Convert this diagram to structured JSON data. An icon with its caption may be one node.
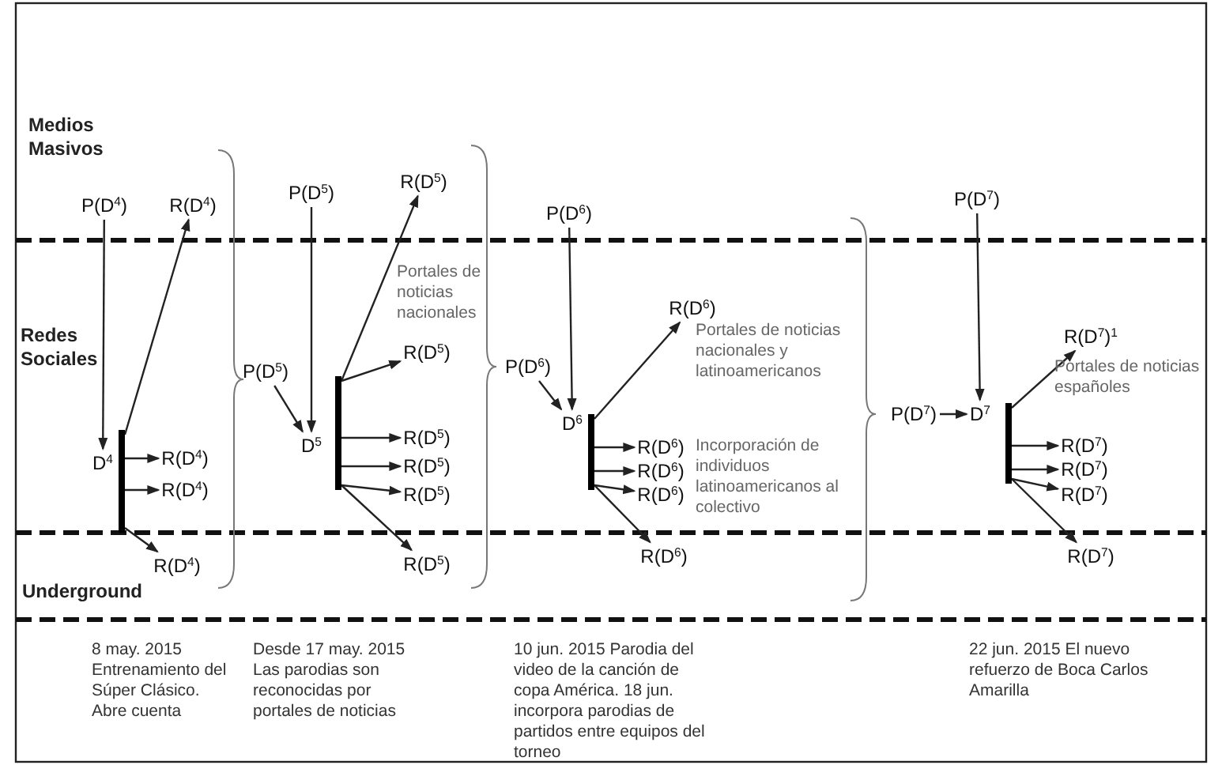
{
  "diagram": {
    "nodes": [
      {
        "text": [
          "P(D$^{4}$)"
        ]
      },
      {
        "text": [
          "R(D$^{4}$)"
        ]
      },
      {
        "text": [
          "D$^{4}$"
        ]
      },
      {
        "text": [],
        "shape": "bar"
      },
      {
        "text": [
          "R(D$^{4}$)"
        ]
      },
      {
        "text": [
          "R(D$^{4}$)"
        ]
      },
      {
        "text": [
          "R(D$^{4}$)"
        ]
      },
      {
        "text": [
          "P(D$^{5}$)"
        ]
      },
      {
        "text": [
          "P(D$^{5}$)"
        ]
      },
      {
        "text": [
          "R(D$^{5}$)"
        ]
      },
      {
        "text": [
          "D$^{5}$"
        ]
      },
      {
        "text": [],
        "shape": "bar"
      },
      {
        "text": [
          "R(D$^{5}$)"
        ]
      },
      {
        "text": [
          "R(D$^{5}$)"
        ]
      },
      {
        "text": [
          "R(D$^{5}$)"
        ]
      },
      {
        "text": [
          "R(D$^{5}$)"
        ]
      },
      {
        "text": [
          "R(D$^{5}$)"
        ]
      },
      {
        "text": [
          "P(D$^{6}$)"
        ]
      },
      {
        "text": [
          "P(D$^{6}$)"
        ]
      },
      {
        "text": [
          "D$^{6}$"
        ]
      },
      {
        "text": [],
        "shape": "bar"
      },
      {
        "text": [
          "R(D$^{6}$)"
        ]
      },
      {
        "text": [
          "R(D$^{6}$)"
        ]
      },
      {
        "text": [
          "R(D$^{6}$)"
        ]
      },
      {
        "text": [
          "R(D$^{6}$)"
        ]
      },
      {
        "text": [
          "R(D$^{6}$)"
        ]
      },
      {
        "text": [
          "P(D$^{7}$)"
        ]
      },
      {
        "text": [
          "P(D$^{7}$)"
        ]
      },
      {
        "text": [
          "D$^{7}$"
        ]
      },
      {
        "text": [],
        "shape": "bar"
      },
      {
        "text": [
          "R(D$^{7}$)$^{1}$"
        ]
      },
      {
        "text": [
          "R(D$^{7}$)"
        ]
      },
      {
        "text": [
          "R(D$^{7}$)"
        ]
      },
      {
        "text": [
          "R(D$^{7}$)"
        ]
      },
      {
        "text": [
          "R(D$^{7}$)"
        ]
      }
    ],
    "edges": [
      {
        "from": 0,
        "to": 2,
        "arrow": "to"
      },
      {
        "from": 3,
        "to": 1,
        "arrow": "to"
      },
      {
        "from": 3,
        "to": 4,
        "arrow": "to"
      },
      {
        "from": 3,
        "to": 5,
        "arrow": "to"
      },
      {
        "from": 3,
        "to": 6,
        "arrow": "to"
      },
      {
        "from": 7,
        "to": 10,
        "arrow": "to"
      },
      {
        "from": 8,
        "to": 10,
        "arrow": "to"
      },
      {
        "from": 11,
        "to": 9,
        "arrow": "to"
      },
      {
        "from": 11,
        "to": 12,
        "arrow": "to"
      },
      {
        "from": 11,
        "to": 13,
        "arrow": "to"
      },
      {
        "from": 11,
        "to": 14,
        "arrow": "to"
      },
      {
        "from": 11,
        "to": 15,
        "arrow": "to"
      },
      {
        "from": 11,
        "to": 16,
        "arrow": "to"
      },
      {
        "from": 17,
        "to": 19,
        "arrow": "to"
      },
      {
        "from": 18,
        "to": 19,
        "arrow": "to"
      },
      {
        "from": 20,
        "to": 21,
        "arrow": "to"
      },
      {
        "from": 20,
        "to": 22,
        "arrow": "to"
      },
      {
        "from": 20,
        "to": 23,
        "arrow": "to"
      },
      {
        "from": 20,
        "to": 24,
        "arrow": "to"
      },
      {
        "from": 20,
        "to": 25,
        "arrow": "to"
      },
      {
        "from": 26,
        "to": 28,
        "arrow": "to"
      },
      {
        "from": 27,
        "to": 28,
        "arrow": "to"
      },
      {
        "from": 29,
        "to": 30,
        "arrow": "to"
      },
      {
        "from": 29,
        "to": 31,
        "arrow": "to"
      },
      {
        "from": 29,
        "to": 32,
        "arrow": "to"
      },
      {
        "from": 29,
        "to": 33,
        "arrow": "to"
      },
      {
        "from": 29,
        "to": 34,
        "arrow": "to"
      }
    ],
    "labels": [
      "Medios Masivos",
      "Redes Sociales",
      "Underground",
      "Portales de noticias nacionales",
      "Portales de noticias nacionales y latinoamericanos",
      "Incorporación de individuos latinoamericanos al colectivo",
      "Portales de noticias españoles",
      "8 may. 2015 Entrenamiento del Súper Clásico. Abre cuenta",
      "Desde 17 may. 2015 Las parodias son reconocidas por portales de noticias",
      "10 jun. 2015 Parodia del video de la canción de copa América. 18 jun. incorpora parodias de partidos entre equipos del torneo",
      "22 jun. 2015 El nuevo refuerzo de Boca Carlos Amarilla"
    ]
  }
}
